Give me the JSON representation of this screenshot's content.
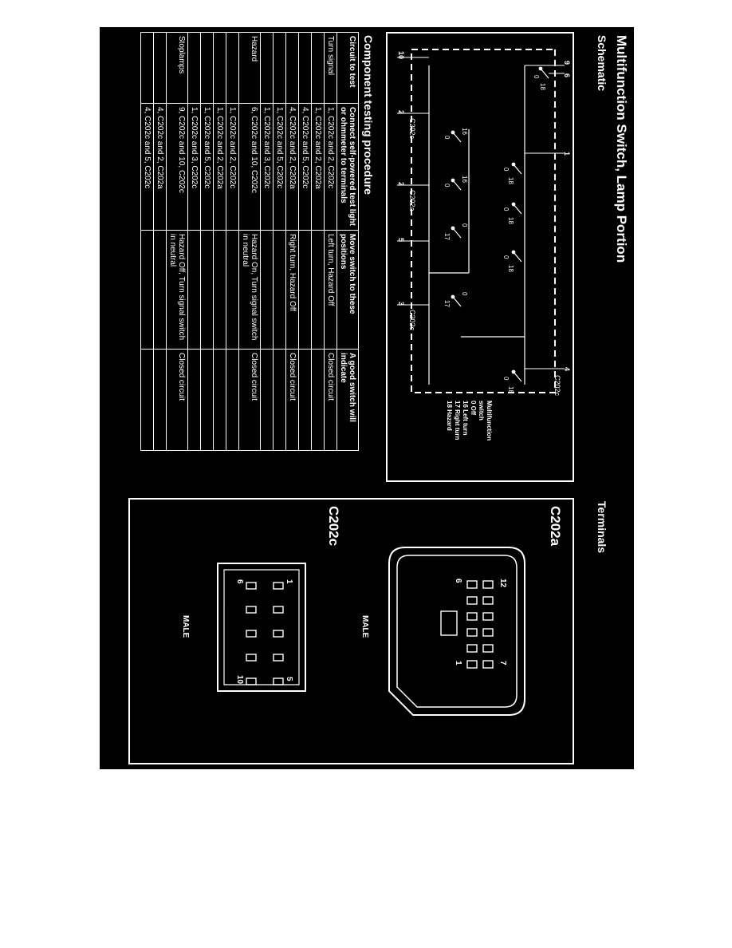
{
  "page": {
    "title": "Multifunction Switch, Lamp Portion",
    "schematic_heading": "Schematic",
    "terminals_heading": "Terminals",
    "procedure_heading": "Component testing procedure"
  },
  "schematic": {
    "terminal_numbers": [
      "9",
      "6",
      "1",
      "4",
      "10",
      "2",
      "2",
      "5",
      "3"
    ],
    "connector_labels": [
      "C202c",
      "C202c",
      "C202a",
      "C202c"
    ],
    "switch_positions": [
      "0",
      "18",
      "0",
      "18",
      "0",
      "18",
      "0",
      "18",
      "16",
      "0",
      "16",
      "0",
      "0",
      "17",
      "0",
      "17",
      "0",
      "18"
    ],
    "legend": {
      "title": "Multifunction",
      "title2": "switch",
      "items": [
        "0 Off",
        "16 Left turn",
        "17 Right turn",
        "18 Hazard"
      ]
    }
  },
  "procedure": {
    "headers": [
      "Circuit to test",
      "Connect self-powered test light or ohmmeter to terminals",
      "Move switch to these positions",
      "A good switch will indicate"
    ],
    "rows": [
      {
        "circuit": "Turn signal",
        "terminals": "1, C202c and 2, C202c",
        "positions": "Left turn, Hazard Off",
        "result": "Closed circuit"
      },
      {
        "circuit": "",
        "terminals": "1, C202c and 2, C202a",
        "positions": "",
        "result": ""
      },
      {
        "circuit": "",
        "terminals": "4, C202c and 5, C202c",
        "positions": "",
        "result": ""
      },
      {
        "circuit": "",
        "terminals": "4, C202c and 2, C202a",
        "positions": "Right turn, Hazard Off",
        "result": "Closed circuit"
      },
      {
        "circuit": "",
        "terminals": "1, C202c and 5, C202c",
        "positions": "",
        "result": ""
      },
      {
        "circuit": "",
        "terminals": "1, C202c and 3, C202c",
        "positions": "",
        "result": ""
      },
      {
        "circuit": "Hazard",
        "terminals": "6, C202c and 10, C202c",
        "positions": "Hazard On, Turn signal switch in neutral",
        "result": "Closed circuit"
      },
      {
        "circuit": "",
        "terminals": "1, C202c and 2, C202c",
        "positions": "",
        "result": ""
      },
      {
        "circuit": "",
        "terminals": "1, C202c and 2, C202a",
        "positions": "",
        "result": ""
      },
      {
        "circuit": "",
        "terminals": "1, C202c and 5, C202c",
        "positions": "",
        "result": ""
      },
      {
        "circuit": "",
        "terminals": "1, C202c and 3, C202c",
        "positions": "",
        "result": ""
      },
      {
        "circuit": "Stoplamps",
        "terminals": "9, C202c and 10, C202c",
        "positions": "Hazard Off, Turn signal switch in neutral",
        "result": "Closed circuit"
      },
      {
        "circuit": "",
        "terminals": "4, C202c and 2, C202a",
        "positions": "",
        "result": ""
      },
      {
        "circuit": "",
        "terminals": "4, C202c and 5, C202c",
        "positions": "",
        "result": ""
      }
    ]
  },
  "terminals": {
    "c202a": {
      "name": "C202a",
      "gender": "MALE",
      "pin_labels": [
        "12",
        "7",
        "6",
        "1"
      ]
    },
    "c202c": {
      "name": "C202c",
      "gender": "MALE",
      "pin_labels": [
        "1",
        "5",
        "6",
        "10"
      ]
    }
  }
}
